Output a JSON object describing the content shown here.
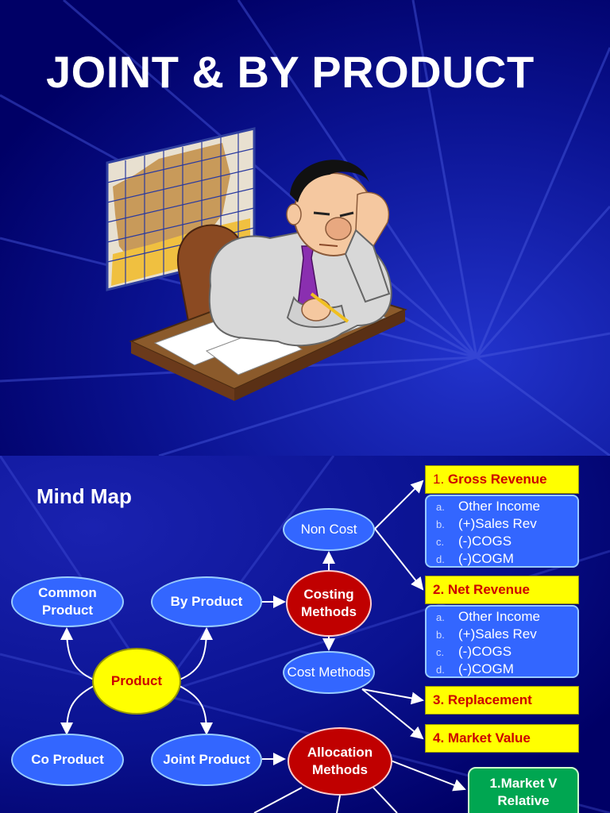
{
  "slide1": {
    "title": "JOINT & BY PRODUCT"
  },
  "slide2": {
    "title": "Mind Map",
    "nodes": {
      "common_product": "Common Product",
      "by_product": "By Product",
      "product": "Product",
      "co_product": "Co Product",
      "joint_product": "Joint Product",
      "non_cost": "Non Cost",
      "costing_methods": "Costing Methods",
      "cost_methods": "Cost Methods",
      "allocation_methods": "Allocation Methods"
    },
    "boxes": {
      "gross_revenue": {
        "num": "1.",
        "label": "Gross Revenue"
      },
      "net_revenue": {
        "num": "2.",
        "label": "Net Revenue"
      },
      "replacement": {
        "num": "3.",
        "label": "Replacement"
      },
      "market_value": {
        "num": "4.",
        "label": "Market Value"
      }
    },
    "list1": [
      {
        "marker": "a.",
        "text": "Other Income"
      },
      {
        "marker": "b.",
        "text": "(+)Sales Rev"
      },
      {
        "marker": "c.",
        "text": "(-)COGS"
      },
      {
        "marker": "d.",
        "text": "(-)COGM"
      }
    ],
    "list2": [
      {
        "marker": "a.",
        "text": "Other Income"
      },
      {
        "marker": "b.",
        "text": "(+)Sales Rev"
      },
      {
        "marker": "c.",
        "text": "(-)COGS"
      },
      {
        "marker": "d.",
        "text": "(-)COGM"
      }
    ],
    "green_box": "1.Market V Relative"
  }
}
